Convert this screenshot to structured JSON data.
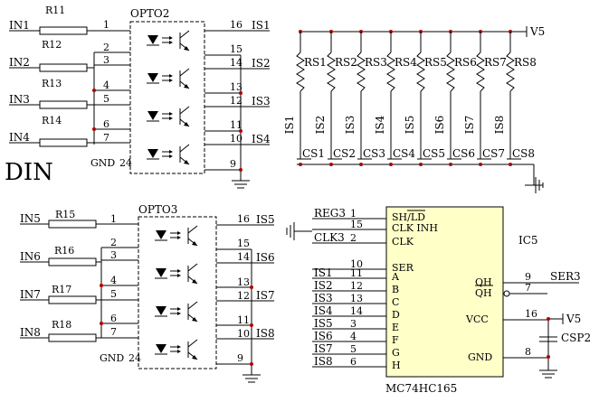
{
  "din_label": "DIN",
  "opto_top": {
    "title": "OPTO2",
    "gnd_label": "GND",
    "gnd_pin": "24",
    "bottom_pin": "9",
    "left_pins": [
      "1",
      "2",
      "3",
      "4",
      "5",
      "6",
      "7"
    ],
    "right_pins": [
      "16",
      "15",
      "14",
      "13",
      "12",
      "11",
      "10"
    ],
    "inputs": [
      "IN1",
      "IN2",
      "IN3",
      "IN4"
    ],
    "resistors": [
      "R11",
      "R12",
      "R13",
      "R14"
    ],
    "outputs": [
      "IS1",
      "IS2",
      "IS3",
      "IS4"
    ]
  },
  "opto_bottom": {
    "title": "OPTO3",
    "gnd_label": "GND",
    "gnd_pin": "24",
    "bottom_pin": "9",
    "left_pins": [
      "1",
      "2",
      "3",
      "4",
      "5",
      "6",
      "7"
    ],
    "right_pins": [
      "16",
      "15",
      "14",
      "13",
      "12",
      "11",
      "10"
    ],
    "inputs": [
      "IN5",
      "IN6",
      "IN7",
      "IN8"
    ],
    "resistors": [
      "R15",
      "R16",
      "R17",
      "R18"
    ],
    "outputs": [
      "IS5",
      "IS6",
      "IS7",
      "IS8"
    ]
  },
  "pullups": {
    "supply": "V5",
    "resistors": [
      "RS1",
      "RS2",
      "RS3",
      "RS4",
      "RS5",
      "RS6",
      "RS7",
      "RS8"
    ],
    "signals": [
      "IS1",
      "IS2",
      "IS3",
      "IS4",
      "IS5",
      "IS6",
      "IS7",
      "IS8"
    ],
    "caps": [
      "CS1",
      "CS2",
      "CS3",
      "CS4",
      "CS5",
      "CS6",
      "CS7",
      "CS8"
    ]
  },
  "ic": {
    "designator": "IC5",
    "part": "MC74HC165",
    "left_pins": [
      {
        "net": "REG3",
        "pin": "1",
        "name": "SH/LD"
      },
      {
        "net": "",
        "pin": "15",
        "name": "CLK INH"
      },
      {
        "net": "CLK3",
        "pin": "2",
        "name": "CLK"
      },
      {
        "net": "",
        "pin": "10",
        "name": "SER"
      },
      {
        "net": "IS1",
        "pin": "11",
        "name": "A"
      },
      {
        "net": "IS2",
        "pin": "12",
        "name": "B"
      },
      {
        "net": "IS3",
        "pin": "13",
        "name": "C"
      },
      {
        "net": "IS4",
        "pin": "14",
        "name": "D"
      },
      {
        "net": "IS5",
        "pin": "3",
        "name": "E"
      },
      {
        "net": "IS6",
        "pin": "4",
        "name": "F"
      },
      {
        "net": "IS7",
        "pin": "5",
        "name": "G"
      },
      {
        "net": "IS8",
        "pin": "6",
        "name": "H"
      }
    ],
    "right_pins": [
      {
        "name": "QH",
        "pin": "9",
        "net": "SER3"
      },
      {
        "name": "QH",
        "pin": "7",
        "net": ""
      },
      {
        "name": "VCC",
        "pin": "16",
        "net": "V5"
      },
      {
        "name": "GND",
        "pin": "8",
        "net": ""
      }
    ],
    "cap": "CSP2"
  }
}
